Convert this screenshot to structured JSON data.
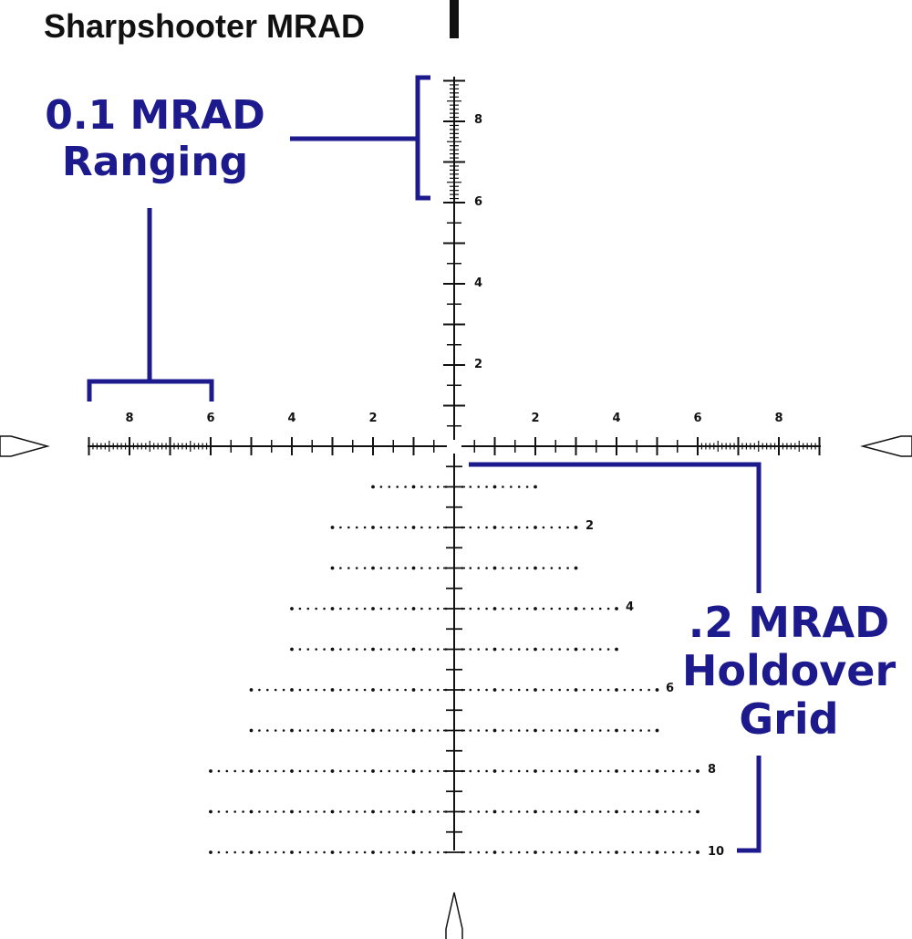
{
  "title": "Sharpshooter MRAD",
  "callouts": {
    "ranging": {
      "line1": "0.1 MRAD",
      "line2": "Ranging"
    },
    "holdover": {
      "line1": ".2 MRAD",
      "line2": "Holdover",
      "line3": "Grid"
    }
  },
  "colors": {
    "reticle": "#111111",
    "callout": "#1c1a8c",
    "background": "#ffffff"
  },
  "horizontal_labels": {
    "left": [
      "8",
      "6",
      "4",
      "2"
    ],
    "right": [
      "2",
      "4",
      "6",
      "8"
    ]
  },
  "vertical_labels": [
    "2",
    "4",
    "6",
    "8"
  ],
  "holdover_labels": [
    "2",
    "4",
    "6",
    "8",
    "10"
  ]
}
